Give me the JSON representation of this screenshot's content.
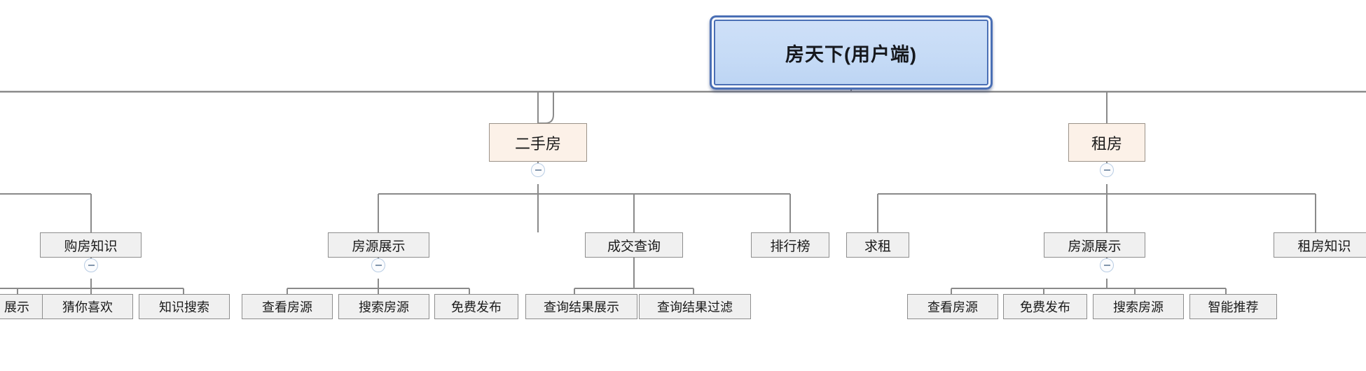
{
  "diagram": {
    "type": "mind-map-tree",
    "title": "房天下(用户端)",
    "orientation": "top-down",
    "colors": {
      "root_fill": "#cfe0f8",
      "root_border": "#4a6fb5",
      "level2_fill": "#fcf1e8",
      "level2_border": "#9b9288",
      "leaf_fill": "#f0f0f0",
      "leaf_border": "#8d8d8d",
      "edge": "#8a8a8a",
      "toggle_border": "#b9cde4",
      "background": "#ffffff"
    }
  },
  "nodes": {
    "root": {
      "label": "房天下(用户端)"
    },
    "level2": [
      {
        "label": "二手房"
      },
      {
        "label": "租房"
      }
    ],
    "level3": [
      {
        "label": "购房知识"
      },
      {
        "label": "房源展示"
      },
      {
        "label": "成交查询"
      },
      {
        "label": "排行榜"
      },
      {
        "label": "求租"
      },
      {
        "label": "房源展示"
      },
      {
        "label": "租房知识"
      }
    ],
    "level4": [
      {
        "label": "展示"
      },
      {
        "label": "猜你喜欢"
      },
      {
        "label": "知识搜索"
      },
      {
        "label": "查看房源"
      },
      {
        "label": "搜索房源"
      },
      {
        "label": "免费发布"
      },
      {
        "label": "查询结果展示"
      },
      {
        "label": "查询结果过滤"
      },
      {
        "label": "查看房源"
      },
      {
        "label": "免费发布"
      },
      {
        "label": "搜索房源"
      },
      {
        "label": "智能推荐"
      }
    ]
  },
  "toggles": [
    {
      "name": "collapse-toggle-ershoufang",
      "state": "expanded",
      "glyph": "minus"
    },
    {
      "name": "collapse-toggle-zufang",
      "state": "expanded",
      "glyph": "minus"
    },
    {
      "name": "collapse-toggle-goufangzhishi",
      "state": "expanded",
      "glyph": "minus"
    },
    {
      "name": "collapse-toggle-fangyuanzhanshi-left",
      "state": "expanded",
      "glyph": "minus"
    },
    {
      "name": "collapse-toggle-fangyuanzhanshi-right",
      "state": "expanded",
      "glyph": "minus"
    }
  ]
}
